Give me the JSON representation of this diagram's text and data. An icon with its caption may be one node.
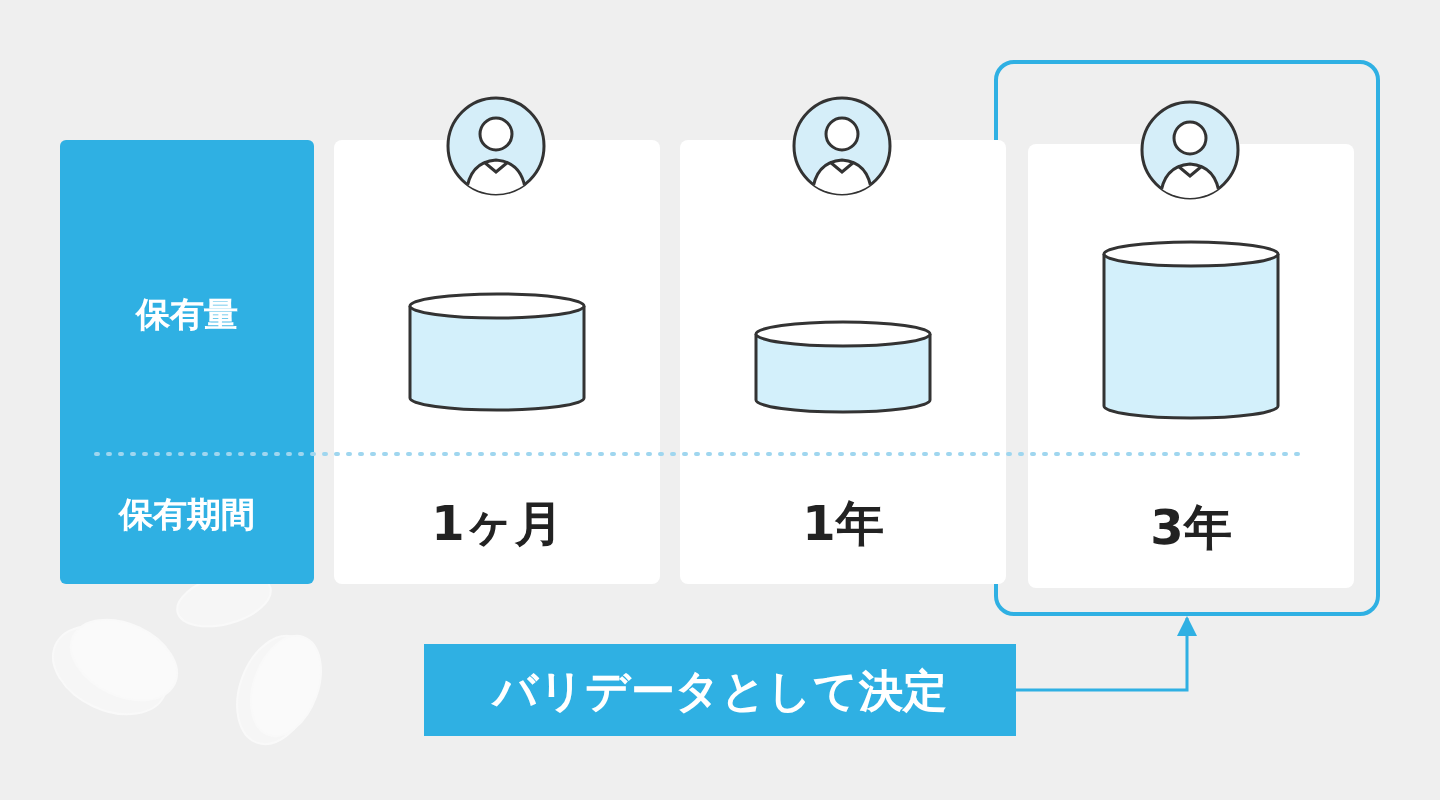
{
  "diagram": {
    "nodes": [
      {
        "text": [
          "保有量",
          "保有期間"
        ]
      },
      {
        "text": [
          "1ヶ月"
        ]
      },
      {
        "text": [],
        "shape": "person"
      },
      {
        "text": [],
        "shape": "cylinder",
        "in": 1
      },
      {
        "text": [
          "1年"
        ]
      },
      {
        "text": [],
        "shape": "person"
      },
      {
        "text": [],
        "shape": "cylinder",
        "in": 4
      },
      {
        "text": [],
        "shape": "box"
      },
      {
        "text": [
          "3年"
        ],
        "in": 7
      },
      {
        "text": [],
        "shape": "person",
        "in": 7
      },
      {
        "text": [],
        "shape": "cylinder",
        "in": 8
      },
      {
        "text": [
          "バリデータとして決定"
        ]
      }
    ],
    "edges": [
      {
        "from": 11,
        "to": 7,
        "arrow": "to"
      }
    ]
  }
}
